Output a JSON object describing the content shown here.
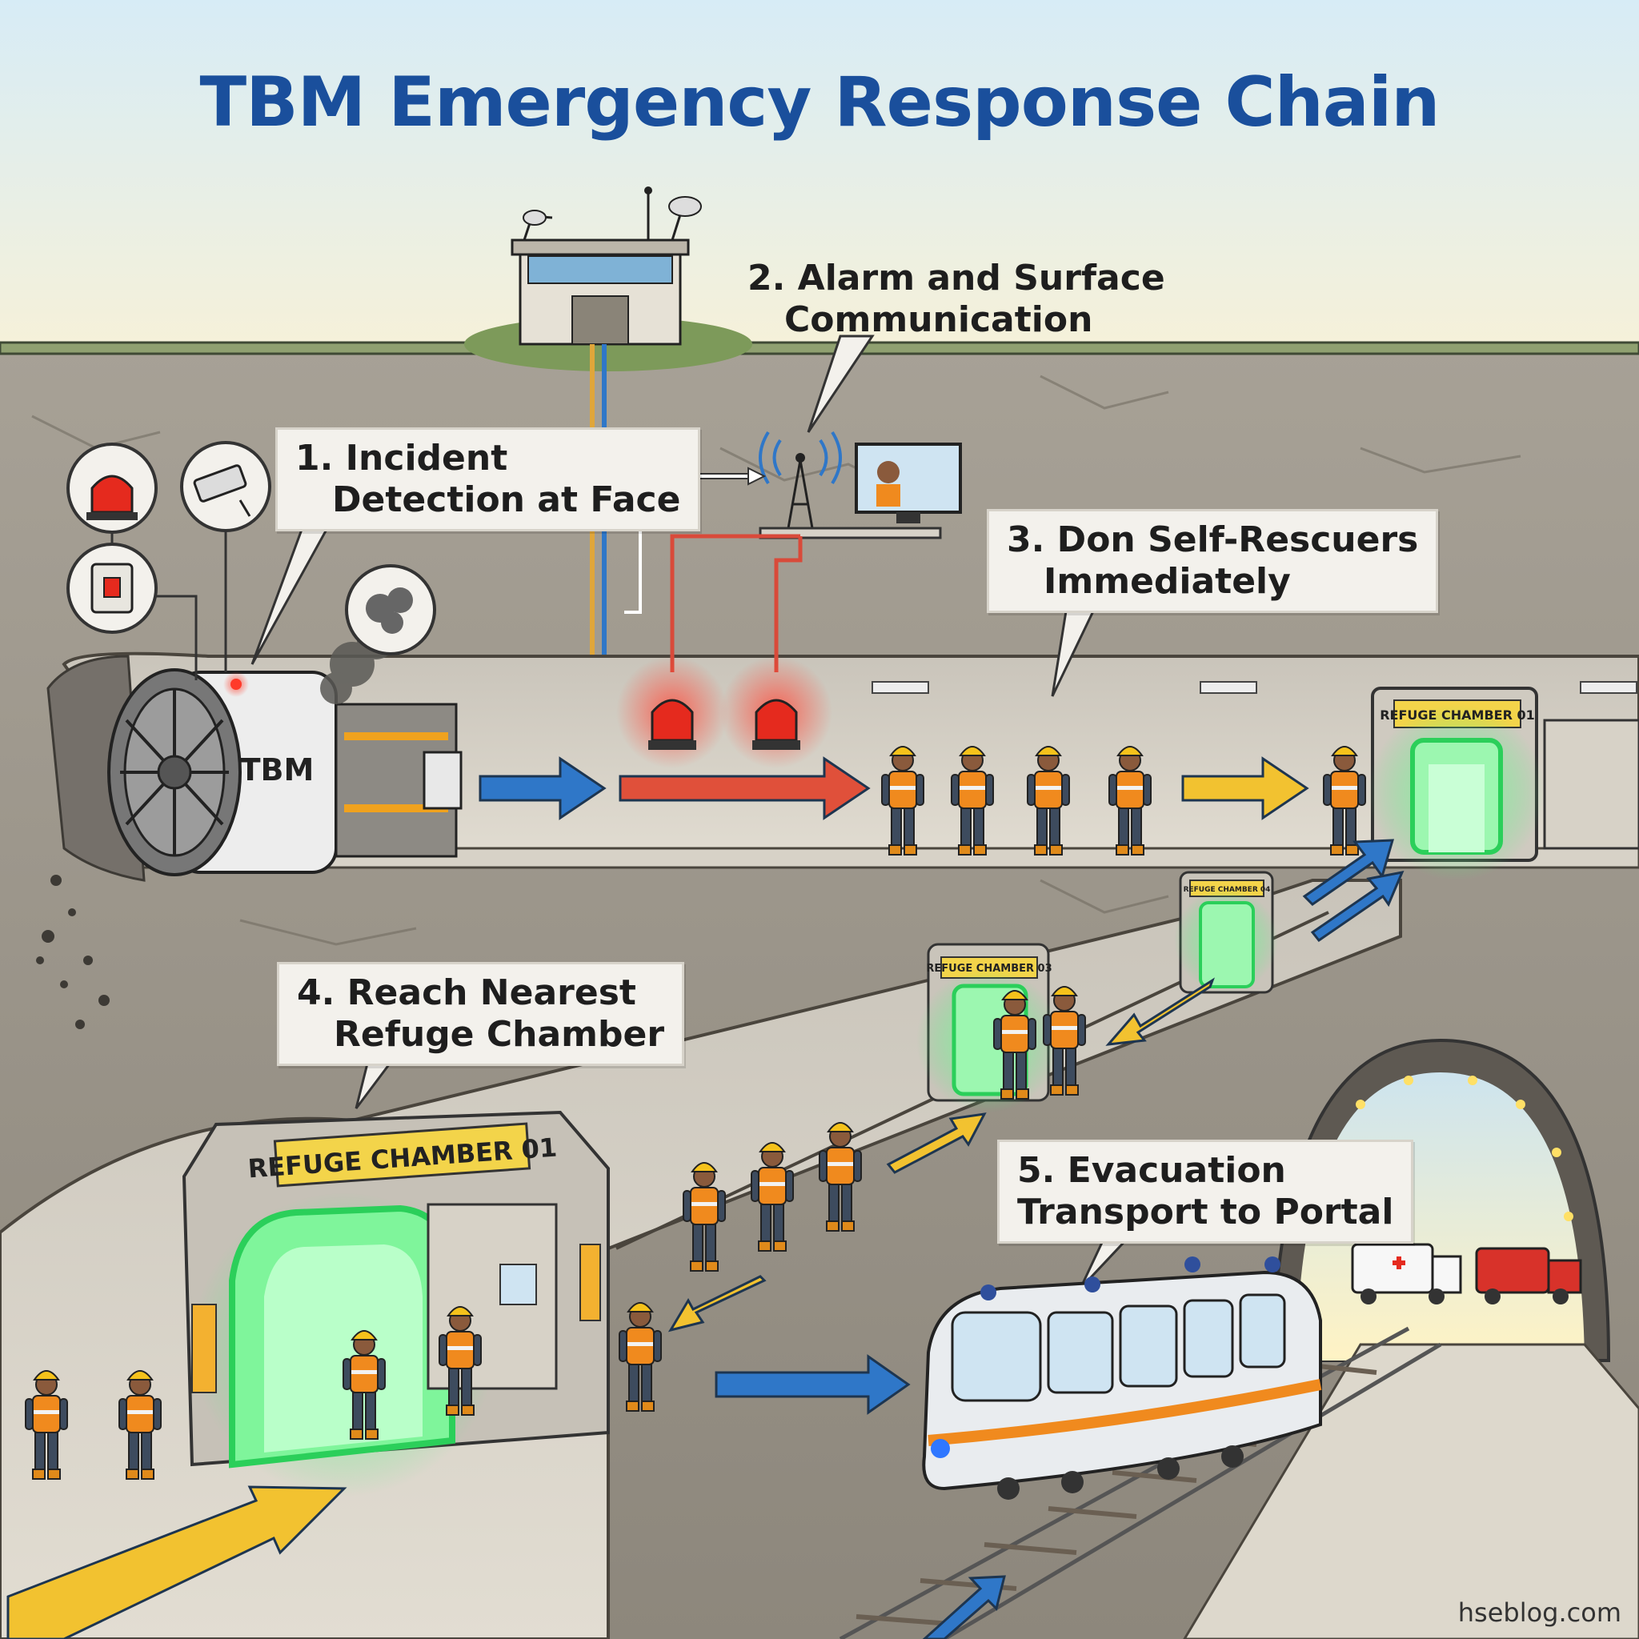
{
  "title": "TBM Emergency Response Chain",
  "steps": [
    {
      "num": "1.",
      "line1": "Incident",
      "line2": "Detection at Face"
    },
    {
      "num": "2.",
      "line1": "Alarm and Surface",
      "line2": "Communication"
    },
    {
      "num": "3.",
      "line1": "Don Self-Rescuers",
      "line2": "Immediately"
    },
    {
      "num": "4.",
      "line1": "Reach Nearest",
      "line2": "Refuge Chamber"
    },
    {
      "num": "5.",
      "line1": "Evacuation",
      "line2": "Transport to Portal"
    }
  ],
  "labels": {
    "tbm": "TBM",
    "refuge_main": "REFUGE CHAMBER 01",
    "refuge_upper": "REFUGE CHAMBER 01",
    "refuge_03": "REFUGE CHAMBER 03",
    "refuge_04": "REFUGE CHAMBER 04"
  },
  "credit": "hseblog.com",
  "colors": {
    "title": "#1a4f9c",
    "arrow_blue": "#2f77c8",
    "arrow_red": "#e0503a",
    "arrow_yellow": "#f2c230",
    "refuge_glow": "#4cf07a",
    "alarm_red": "#e52a1e",
    "rock": "#9a948a"
  },
  "icons": [
    "beacon-icon",
    "cctv-camera-icon",
    "manual-call-point-icon",
    "smoke-icon",
    "radio-tower-icon",
    "monitor-icon",
    "control-building-icon",
    "ambulance-icon",
    "fire-truck-icon"
  ]
}
